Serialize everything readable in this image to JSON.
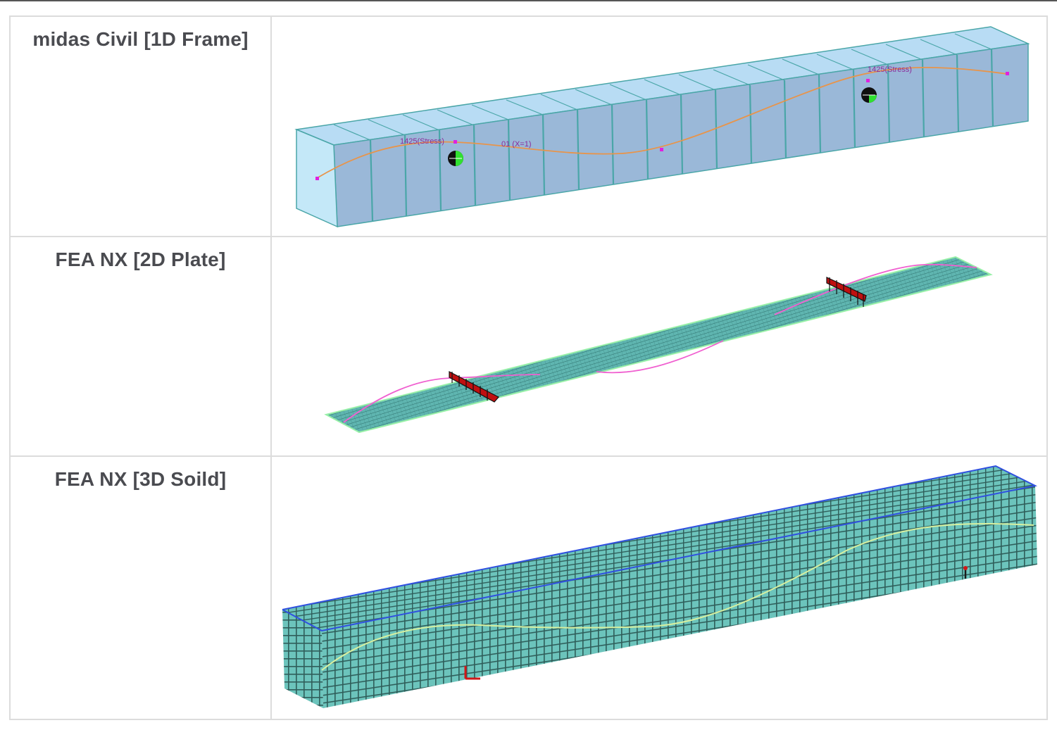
{
  "table": {
    "rows": [
      {
        "label": "midas Civil [1D Frame]",
        "figure": {
          "kind": "1D frame beam model",
          "annotations": [
            "1425(Stress)",
            "01 (X=1)",
            "1425(Stress)"
          ],
          "colors": {
            "beam_face": "#9ab8d8",
            "beam_top": "#b8dcf4",
            "beam_end": "#c4e8f8",
            "edge": "#4aa6a8",
            "curve": "#e8944a",
            "node": "#e020e0"
          }
        }
      },
      {
        "label": "FEA NX [2D Plate]",
        "figure": {
          "kind": "2D plate mesh model",
          "colors": {
            "mesh": "#5fb5b0",
            "mesh_line": "#2d6e6a",
            "edge": "#98f0a8",
            "curve": "#f060d0",
            "supports": "#c01010"
          }
        }
      },
      {
        "label": "FEA NX [3D Soild]",
        "figure": {
          "kind": "3D solid mesh model",
          "colors": {
            "mesh": "#6cc4bc",
            "mesh_line": "#2f5e5a",
            "top_edge": "#3050e0",
            "curve": "#d8f0a0",
            "supports": "#d01818"
          }
        }
      }
    ]
  }
}
